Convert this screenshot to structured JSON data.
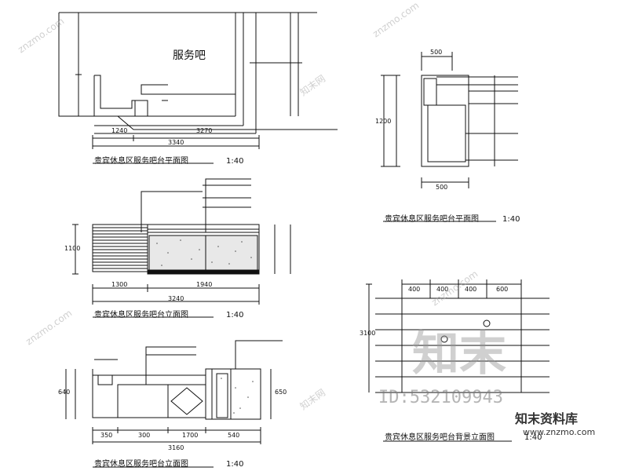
{
  "drawings": {
    "plan_top": {
      "room": "服务吧",
      "title": "贵宾休息区服务吧台平面图",
      "scale": "1:40"
    },
    "plan_right": {
      "title": "贵宾休息区服务吧台平面图",
      "scale": "1:40"
    },
    "elev_mid": {
      "title": "贵宾休息区服务吧台立面图",
      "scale": "1:40"
    },
    "elev_bottom": {
      "title": "贵宾休息区服务吧台立面图",
      "scale": "1:40"
    },
    "elev_right": {
      "title": "贵宾休息区服务吧台背景立面图",
      "scale": "1:40"
    }
  },
  "dimensions": {
    "plan_top": [
      "3340",
      "3270",
      "1240"
    ],
    "plan_right": [
      "500",
      "500",
      "1200"
    ],
    "elev_mid": [
      "3240",
      "1300",
      "1940",
      "1100"
    ],
    "elev_bottom": [
      "3160",
      "350",
      "300",
      "1700",
      "540",
      "640",
      "650"
    ],
    "elev_right": [
      "3100",
      "400",
      "400",
      "400",
      "600"
    ]
  },
  "watermark": {
    "big": "知末",
    "id": "ID:532109943",
    "brand": "知末资料库",
    "url": "www.znzmo.com",
    "small": "znzmo.com",
    "net": "知末网"
  },
  "colors": {
    "line": "#111111",
    "watermark": "#9a9a9a"
  }
}
